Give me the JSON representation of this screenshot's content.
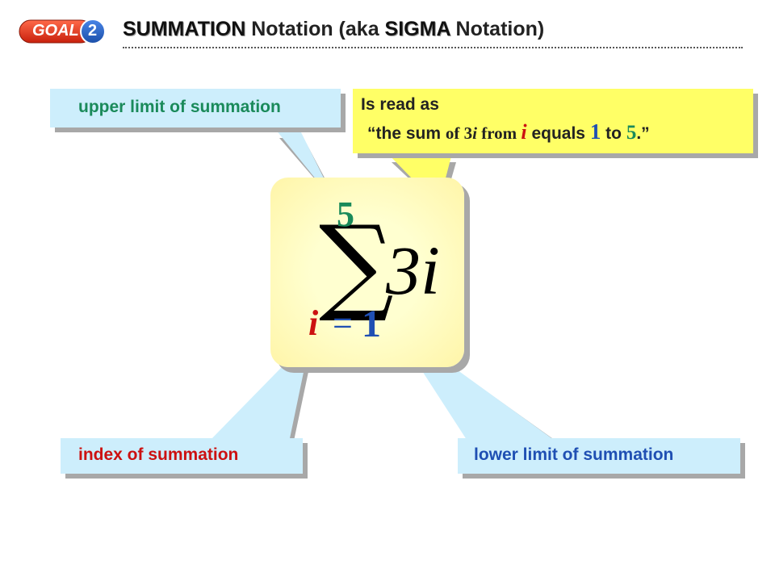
{
  "header": {
    "badge_text": "GOAL",
    "badge_number": "2",
    "title_kw1": "SUMMATION",
    "title_mid": " Notation (aka ",
    "title_kw2": "SIGMA",
    "title_end": " Notation)"
  },
  "callouts": {
    "upper_limit": "upper limit of summation",
    "index": "index of summation",
    "lower_limit": "lower limit of summation",
    "read_as_line1": "Is read as",
    "read_q1": "“the sum ",
    "read_of": "of 3",
    "read_i1": "i",
    "read_from": " from ",
    "read_i2": "i",
    "read_equals": " equals ",
    "read_1": "1",
    "read_to": " to ",
    "read_5": "5",
    "read_end": ".”"
  },
  "formula": {
    "sigma": "∑",
    "upper": "5",
    "term": "3i",
    "lower_var": "i",
    "lower_eq": "=",
    "lower_value": "1"
  },
  "colors": {
    "blue_callout": "#cdeefc",
    "yellow_callout": "#ffff66",
    "upper_limit_text": "#1a8a5a",
    "index_text": "#cc1111",
    "lower_limit_text": "#1f4fb3"
  }
}
